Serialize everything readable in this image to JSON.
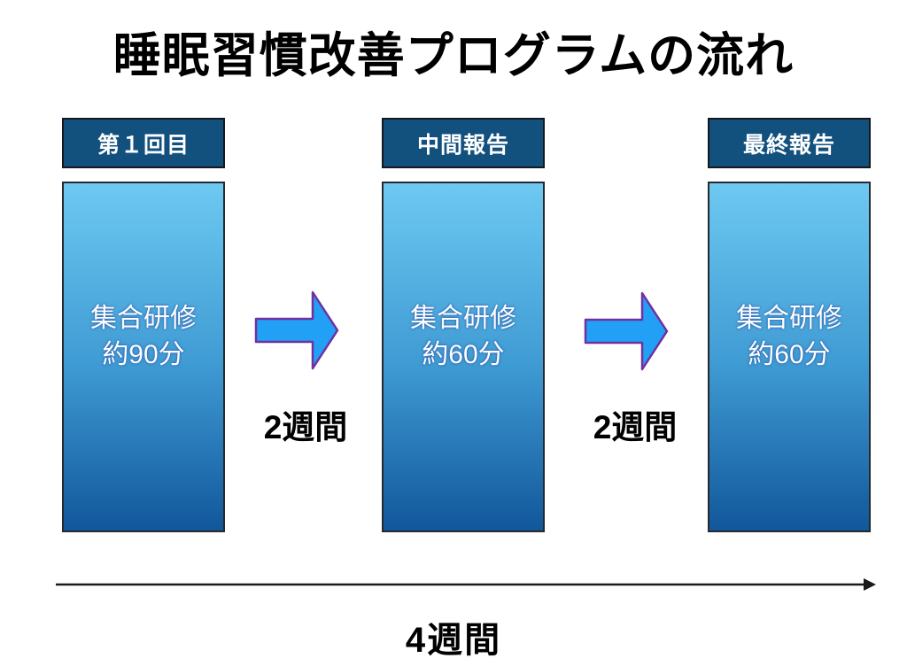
{
  "title": "睡眠習慣改善プログラムの流れ",
  "stages": [
    {
      "header": "第１回目",
      "line1": "集合研修",
      "line2": "約90分"
    },
    {
      "header": "中間報告",
      "line1": "集合研修",
      "line2": "約60分"
    },
    {
      "header": "最終報告",
      "line1": "集合研修",
      "line2": "約60分"
    }
  ],
  "intervals": [
    {
      "label": "2週間"
    },
    {
      "label": "2週間"
    }
  ],
  "total_label": "4週間",
  "colors": {
    "header_bg": "#12507E",
    "header_border": "#15181c",
    "box_gradient_top": "#6DC9F1",
    "box_gradient_bottom": "#11579B",
    "box_border": "#26292e",
    "arrow_fill": "#22A0F5",
    "arrow_stroke": "#7030A0",
    "timeline_color": "#1a1a1a",
    "text_on_blue": "#ffffff",
    "title_color": "#000000"
  }
}
